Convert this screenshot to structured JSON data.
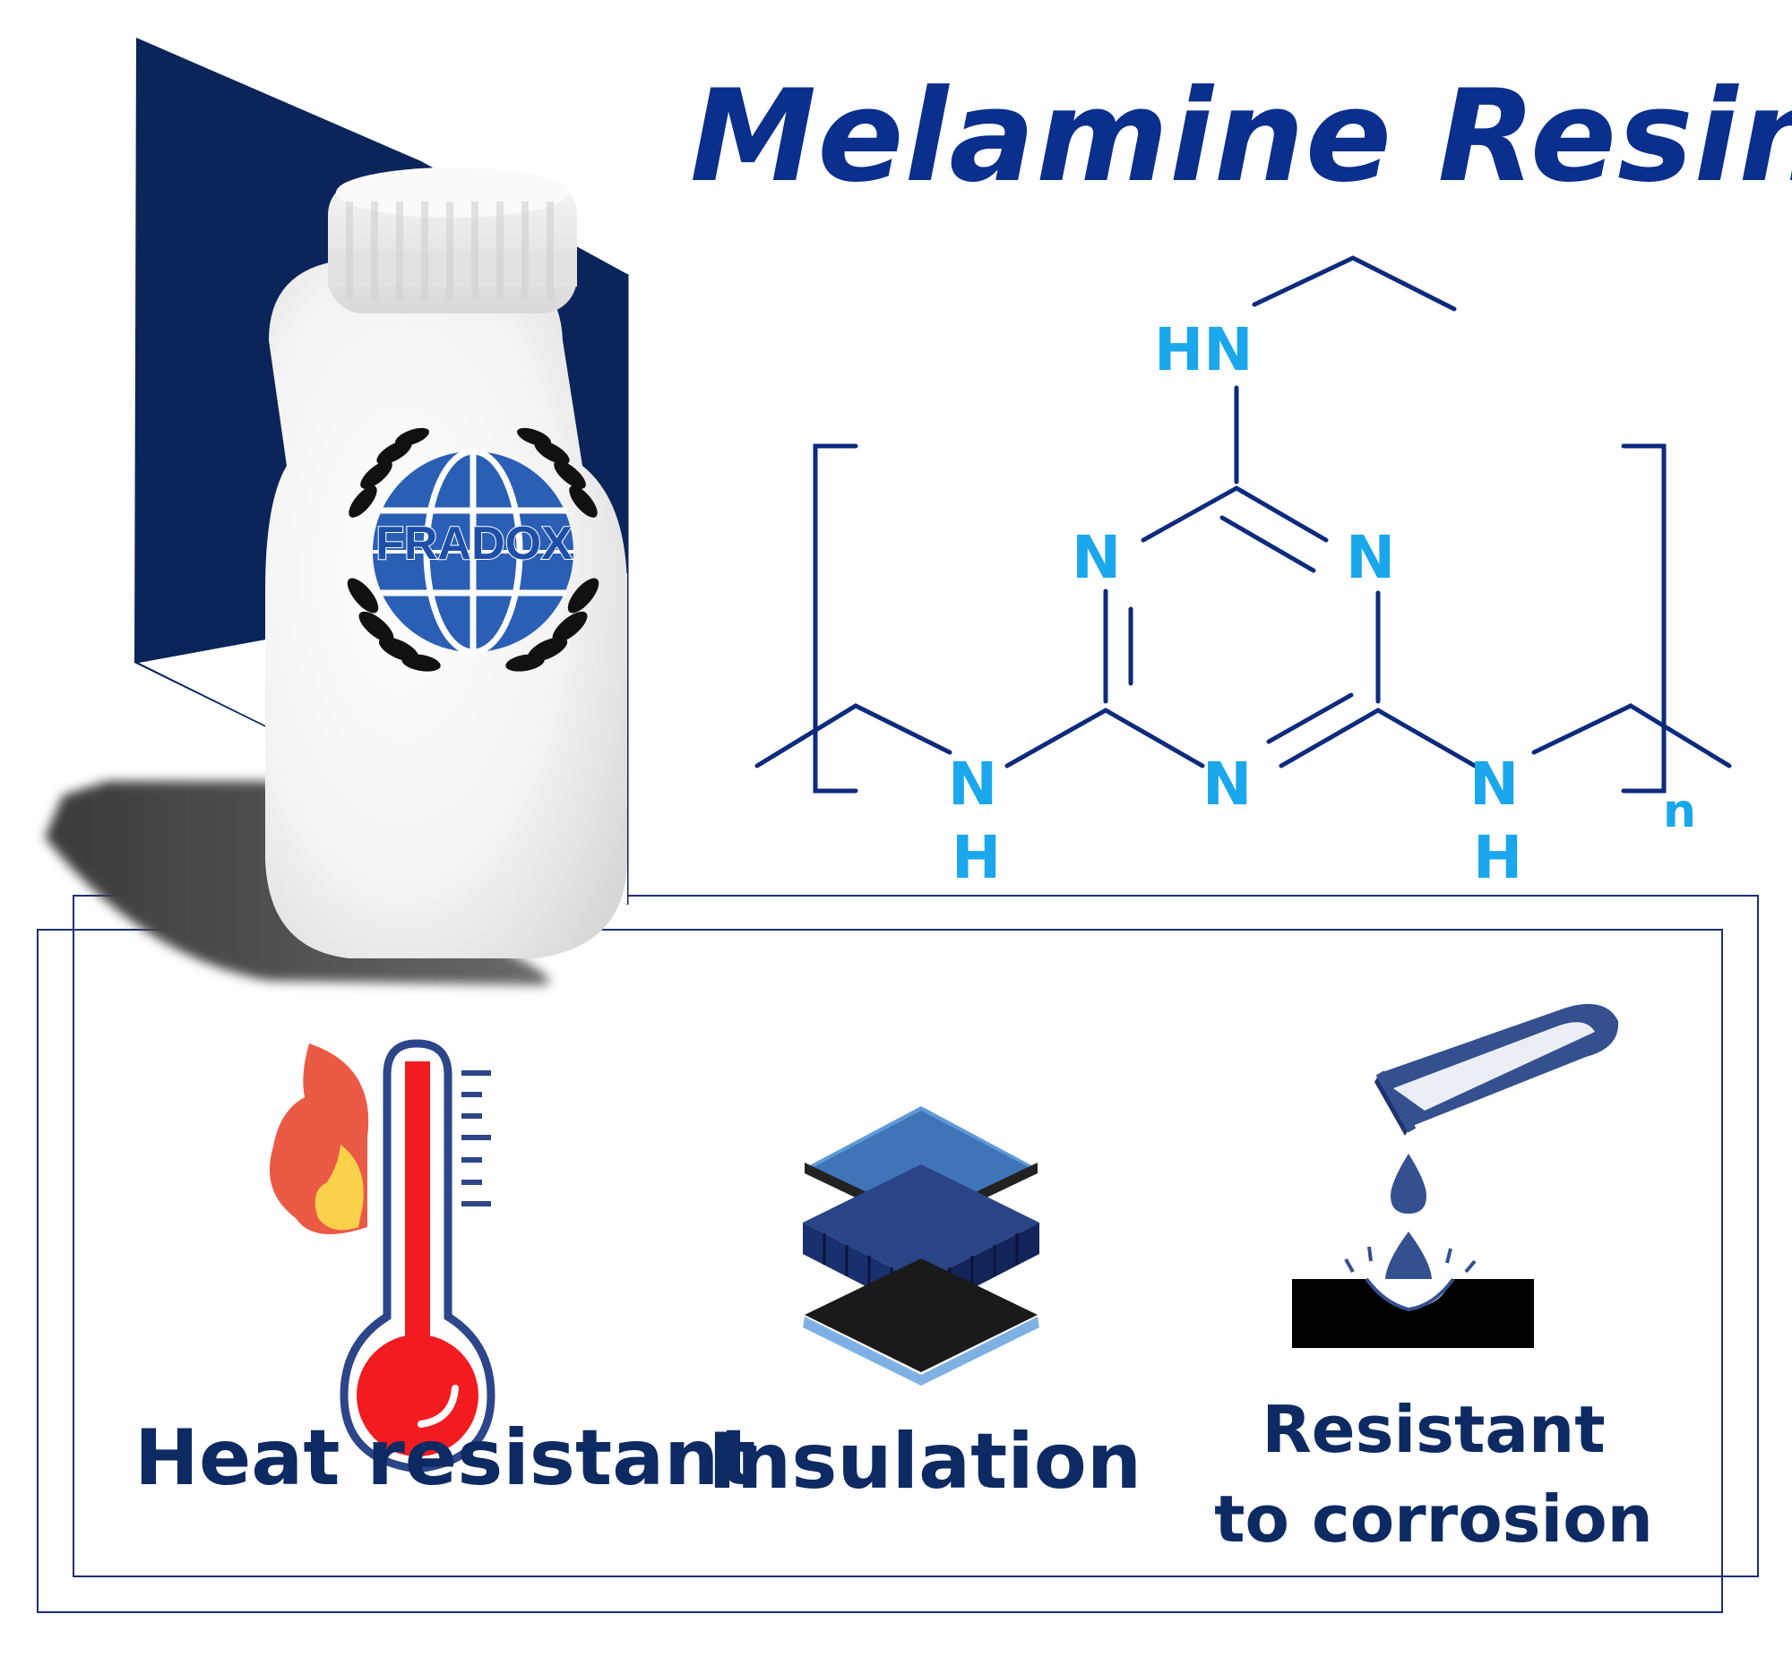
{
  "title": "Melamine Resin",
  "brand": "FRADOX",
  "molecule": {
    "atoms": {
      "hn_top": "HN",
      "n_ring_left": "N",
      "n_ring_right": "N",
      "n_ring_bottom": "N",
      "nh_left_n": "N",
      "nh_left_h": "H",
      "nh_right_n": "N",
      "nh_right_h": "H"
    },
    "repeat_subscript": "n"
  },
  "features": {
    "heat": "Heat resistant",
    "insulation": "Insulation",
    "corrosion_line1": "Resistant",
    "corrosion_line2": "to corrosion"
  },
  "icons": {
    "bottle": "bottle-icon",
    "thermometer": "thermometer-icon",
    "flame": "flame-icon",
    "layers": "layers-icon",
    "pipette": "pipette-icon",
    "droplet": "droplet-icon"
  },
  "colors": {
    "title": "#0a2f8c",
    "molecule_bonds": "#0d2a7d",
    "atoms": "#1aa7ec",
    "label_text": "#0d2a63",
    "backdrop": "#0b2459",
    "thermometer_red": "#f21c20",
    "flame_orange": "#ea5a45",
    "flame_yellow": "#fcd14a",
    "layer_blue": "#3f74b8",
    "layer_navy": "#1a2f6e"
  }
}
